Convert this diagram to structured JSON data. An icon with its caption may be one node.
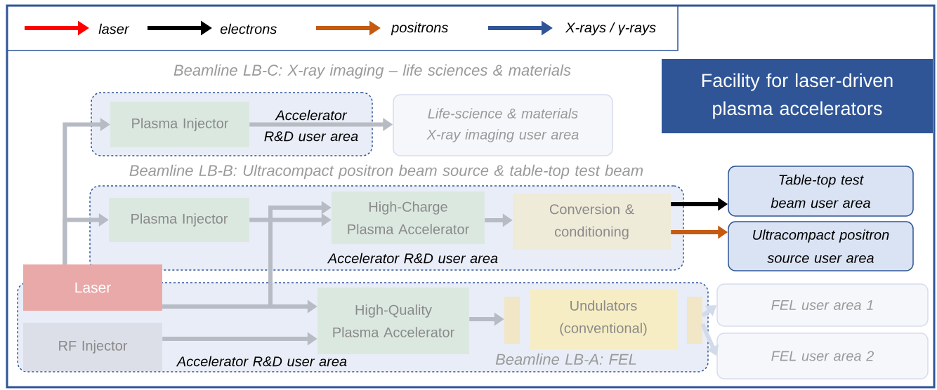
{
  "diagram": {
    "title": "Facility for laser-driven plasma accelerators",
    "nodes": [
      {
        "text": [
          "Beamline LB-C: X-ray imaging – life sciences & materials",
          "Accelerator R&D user area"
        ]
      },
      {
        "text": [
          "Plasma Injector"
        ],
        "in": 0
      },
      {
        "text": [
          "Life-science & materials X-ray imaging user area"
        ]
      },
      {
        "text": [
          "Beamline LB-B: Ultracompact positron beam source & table-top test beam",
          "Accelerator R&D user area"
        ]
      },
      {
        "text": [
          "Plasma Injector"
        ],
        "in": 3
      },
      {
        "text": [
          "High-Charge Plasma Accelerator"
        ],
        "in": 3
      },
      {
        "text": [
          "Conversion & conditioning"
        ],
        "in": 3
      },
      {
        "text": [
          "Table-top test beam user area"
        ]
      },
      {
        "text": [
          "Ultracompact positron source user area"
        ]
      },
      {
        "text": [
          "Accelerator R&D user area",
          "Beamline LB-A: FEL"
        ]
      },
      {
        "text": [
          "Laser"
        ]
      },
      {
        "text": [
          "RF Injector"
        ],
        "in": 9
      },
      {
        "text": [
          "High-Quality Plasma Accelerator"
        ],
        "in": 9
      },
      {
        "text": [
          "Undulators (conventional)"
        ],
        "in": 9
      },
      {
        "text": [
          "FEL user area 1"
        ]
      },
      {
        "text": [
          "FEL user area 2"
        ]
      }
    ],
    "edges": [
      {
        "from": 10,
        "to": 1,
        "arrow": "to"
      },
      {
        "from": 10,
        "to": 4,
        "arrow": "to"
      },
      {
        "from": 1,
        "to": 2,
        "arrow": "to"
      },
      {
        "from": 4,
        "to": 5,
        "arrow": "to"
      },
      {
        "from": 10,
        "to": 5,
        "arrow": "to"
      },
      {
        "from": 10,
        "to": 12,
        "arrow": "to"
      },
      {
        "from": 11,
        "to": 12,
        "arrow": "to"
      },
      {
        "from": 5,
        "to": 6,
        "arrow": "to"
      },
      {
        "from": 12,
        "to": 13,
        "arrow": "to"
      },
      {
        "from": 6,
        "to": 7,
        "arrow": "to",
        "color": "#000000"
      },
      {
        "from": 6,
        "to": 8,
        "arrow": "to",
        "color": "#c55a11"
      },
      {
        "from": 13,
        "to": 14,
        "arrow": "to",
        "color": "#d3dbea"
      },
      {
        "from": 13,
        "to": 15,
        "arrow": "to",
        "color": "#d3dbea"
      }
    ],
    "legend": [
      {
        "text": "laser",
        "color": "#ff0000"
      },
      {
        "text": "electrons",
        "color": "#000000"
      },
      {
        "text": "positrons",
        "color": "#c55a11"
      },
      {
        "text": "X-rays / γ-rays",
        "color": "#2f5597"
      }
    ]
  }
}
